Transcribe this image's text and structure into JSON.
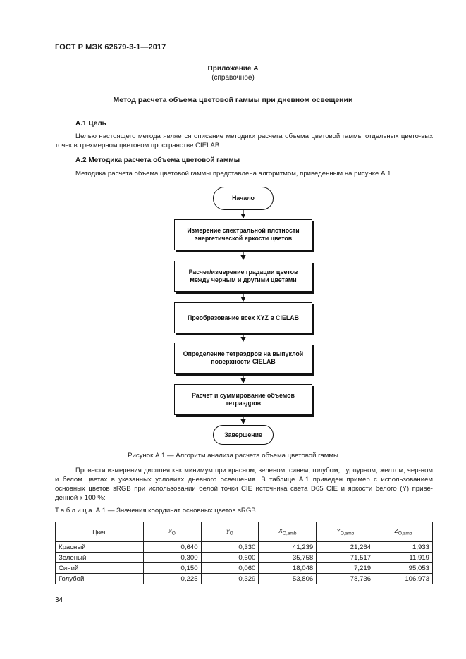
{
  "header": {
    "standard": "ГОСТ Р МЭК 62679-3-1—2017"
  },
  "appendix": {
    "title": "Приложение А",
    "subtitle": "(справочное)",
    "heading": "Метод расчета объема цветовой гаммы при дневном освещении"
  },
  "section1": {
    "title": "А.1 Цель",
    "text": "Целью настоящего метода является описание методики расчета объема цветовой гаммы отдельных цвето-вых точек в трехмерном цветовом пространстве CIELAB."
  },
  "section2": {
    "title": "А.2 Методика расчета объема цветовой гаммы",
    "text": "Методика расчета объема цветовой гаммы представлена алгоритмом, приведенным на рисунке А.1."
  },
  "flowchart": {
    "start": "Начало",
    "steps": [
      "Измерение спектральной плотности энергетической яркости цветов",
      "Расчет/измерение градации цветов между черным и другими цветами",
      "Преобразование всех XYZ в CIELAB",
      "Определение тетраэдров на выпуклой поверхности CIELAB",
      "Расчет и суммирование объемов тетраэдров"
    ],
    "end": "Завершение",
    "caption": "Рисунок А.1 — Алгоритм анализа расчета объема цветовой гаммы"
  },
  "paragraph3": "Провести измерения дисплея как минимум при красном, зеленом, синем, голубом, пурпурном, желтом, чер-ном и белом цветах в указанных условиях дневного освещения. В таблице А.1 приведен пример с использованием основных цветов sRGB при использовании белой точки CIE источника света D65 CIE и яркости белого (Y) приве-денной к 100 %:",
  "table": {
    "title_prefix": "Таблица",
    "title_rest": " А.1 — Значения координат основных цветов sRGB",
    "headers": {
      "color": "Цвет",
      "x": {
        "main": "x",
        "sub": "O"
      },
      "y": {
        "main": "y",
        "sub": "O"
      },
      "X": {
        "main": "X",
        "sub": "O,amb"
      },
      "Y": {
        "main": "Y",
        "sub": "O,amb"
      },
      "Z": {
        "main": "Z",
        "sub": "O,amb"
      }
    },
    "rows": [
      {
        "name": "Красный",
        "x": "0,640",
        "y": "0,330",
        "X": "41,239",
        "Y": "21,264",
        "Z": "1,933"
      },
      {
        "name": "Зеленый",
        "x": "0,300",
        "y": "0,600",
        "X": "35,758",
        "Y": "71,517",
        "Z": "11,919"
      },
      {
        "name": "Синий",
        "x": "0,150",
        "y": "0,060",
        "X": "18,048",
        "Y": "7,219",
        "Z": "95,053"
      },
      {
        "name": "Голубой",
        "x": "0,225",
        "y": "0,329",
        "X": "53,806",
        "Y": "78,736",
        "Z": "106,973"
      }
    ]
  },
  "page_number": "34"
}
